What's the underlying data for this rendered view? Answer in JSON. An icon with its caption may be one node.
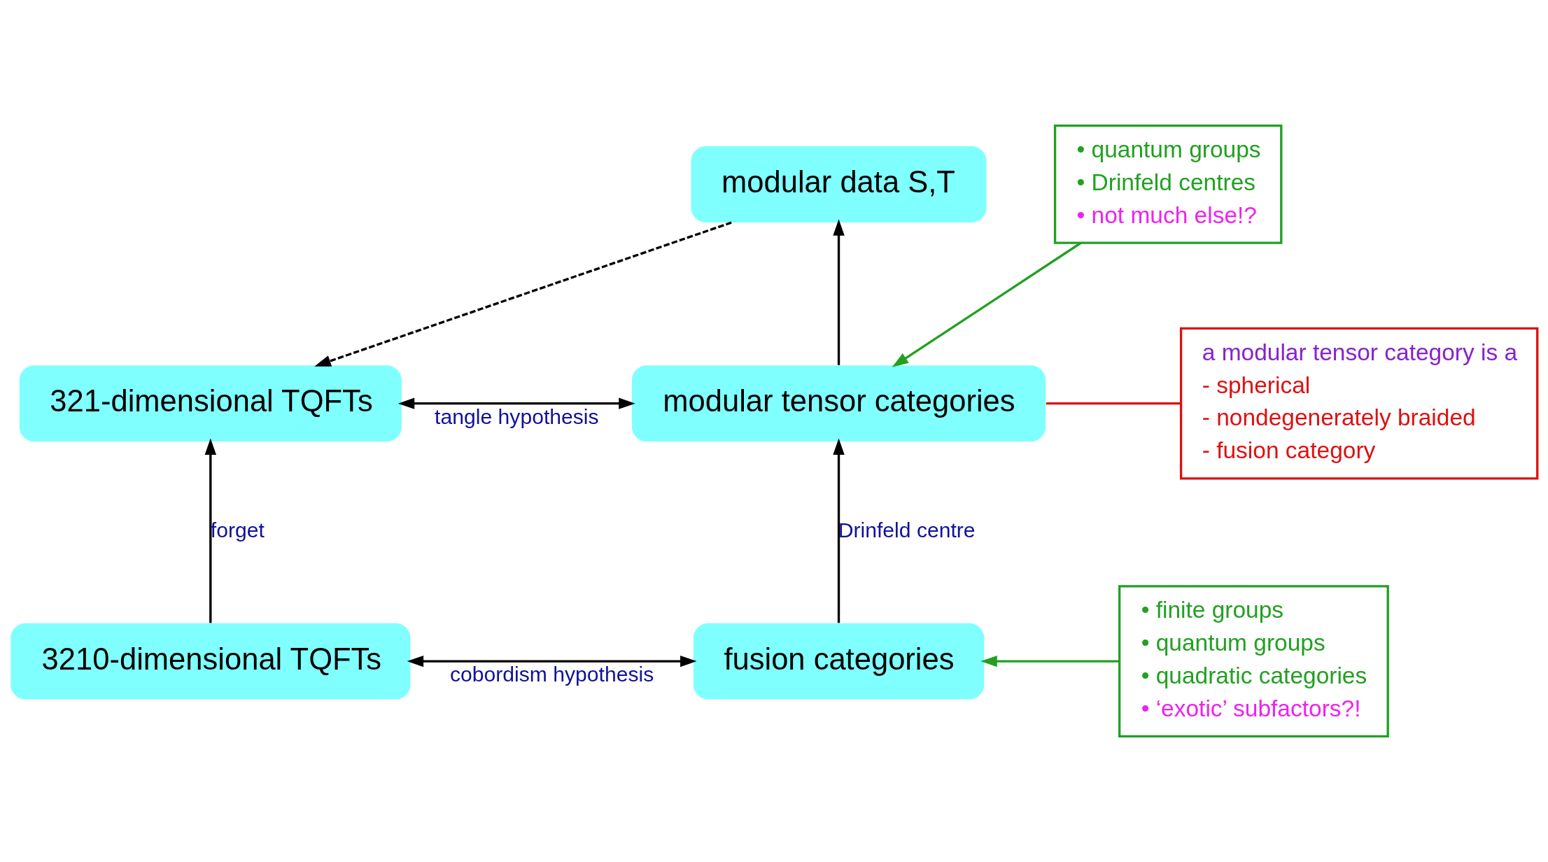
{
  "diagram": {
    "nodes": [
      {
        "text": [
          "• quantum groups",
          "• Drinfeld centres",
          "• not much else!?"
        ]
      },
      {
        "text": [
          "modular tensor categories"
        ]
      },
      {
        "text": [
          "modular data S,T"
        ]
      },
      {
        "text": [
          "321-dimensional TQFTs"
        ]
      },
      {
        "text": [
          "a modular tensor category is a",
          "- spherical",
          "- nondegenerately braided",
          "- fusion category"
        ]
      },
      {
        "text": [
          "• finite groups",
          "• quantum groups",
          "• quadratic categories",
          "• ‘exotic’ subfactors?!"
        ]
      },
      {
        "text": [
          "fusion categories"
        ]
      },
      {
        "text": [
          "3210-dimensional TQFTs"
        ]
      }
    ],
    "edges": [
      {
        "from": 0,
        "to": 1,
        "arrow": "to",
        "color": "#22a022"
      },
      {
        "from": 1,
        "to": 2,
        "arrow": "to"
      },
      {
        "from": 2,
        "to": 3,
        "arrow": "to",
        "style": "dashed"
      },
      {
        "from": 1,
        "to": 3,
        "arrow": "both",
        "label": "tangle hypothesis"
      },
      {
        "from": 4,
        "to": 1,
        "arrow": "none",
        "color": "#dd1111"
      },
      {
        "from": 5,
        "to": 6,
        "arrow": "to",
        "color": "#22a022"
      },
      {
        "from": 6,
        "to": 1,
        "arrow": "to",
        "label": "Drinfeld centre"
      },
      {
        "from": 6,
        "to": 7,
        "arrow": "both",
        "label": "cobordism hypothesis"
      },
      {
        "from": 7,
        "to": 3,
        "arrow": "to",
        "label": "forget"
      }
    ]
  }
}
